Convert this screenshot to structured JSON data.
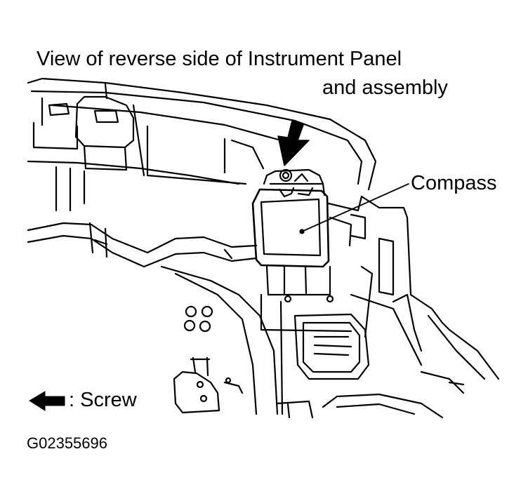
{
  "title": {
    "line1": "View of reverse side of Instrument Panel",
    "line2": "and assembly"
  },
  "callouts": {
    "compass": "Compass"
  },
  "legend": {
    "icon": "arrow-left-icon",
    "text": ": Screw"
  },
  "figure_id": "G02355696",
  "colors": {
    "ink": "#000000",
    "paper": "#ffffff"
  }
}
